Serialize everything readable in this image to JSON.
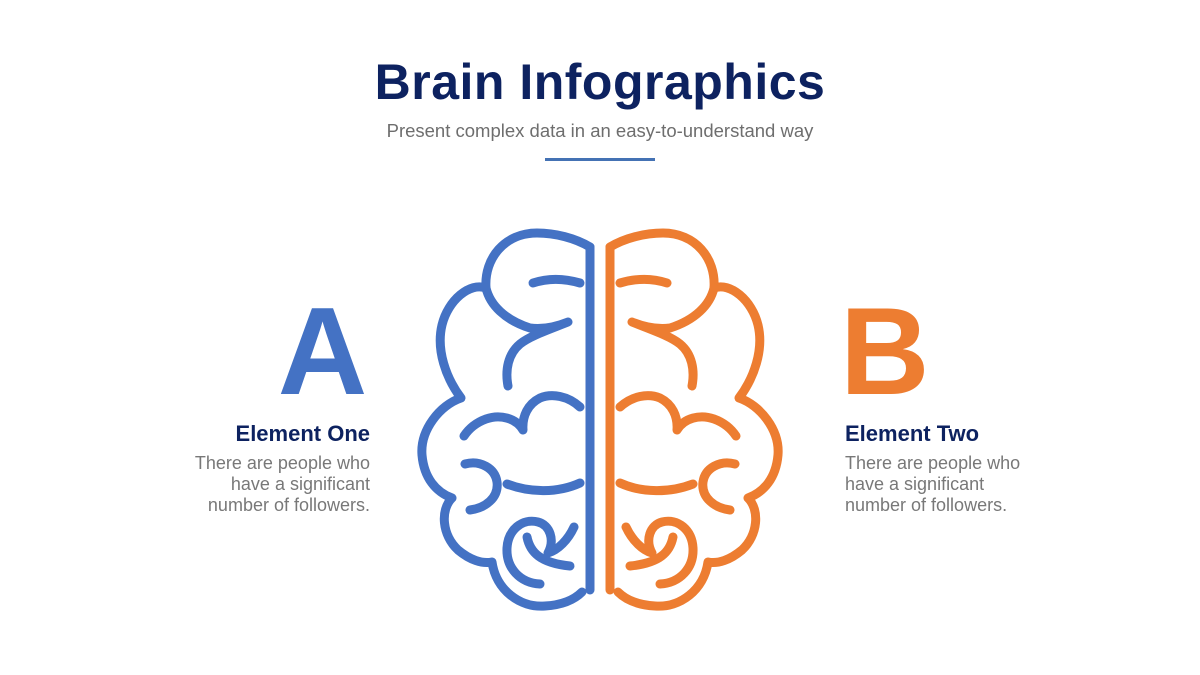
{
  "header": {
    "title": "Brain Infographics",
    "subtitle": "Present complex data in an easy-to-understand way"
  },
  "elements": [
    {
      "letter": "A",
      "title": "Element One",
      "description_lines": [
        "There are people who",
        "have a significant",
        "number of followers."
      ],
      "color": "#4472c4"
    },
    {
      "letter": "B",
      "title": "Element Two",
      "description_lines": [
        "There are people who",
        "have a significant",
        "number of followers."
      ],
      "color": "#ed7d31"
    }
  ],
  "graphic": {
    "icon": "brain-icon",
    "left_hemisphere_color": "#4472c4",
    "right_hemisphere_color": "#ed7d31"
  },
  "colors": {
    "title": "#0d2260",
    "subtitle": "#6e6e6e",
    "accent_line": "#4472b4"
  }
}
